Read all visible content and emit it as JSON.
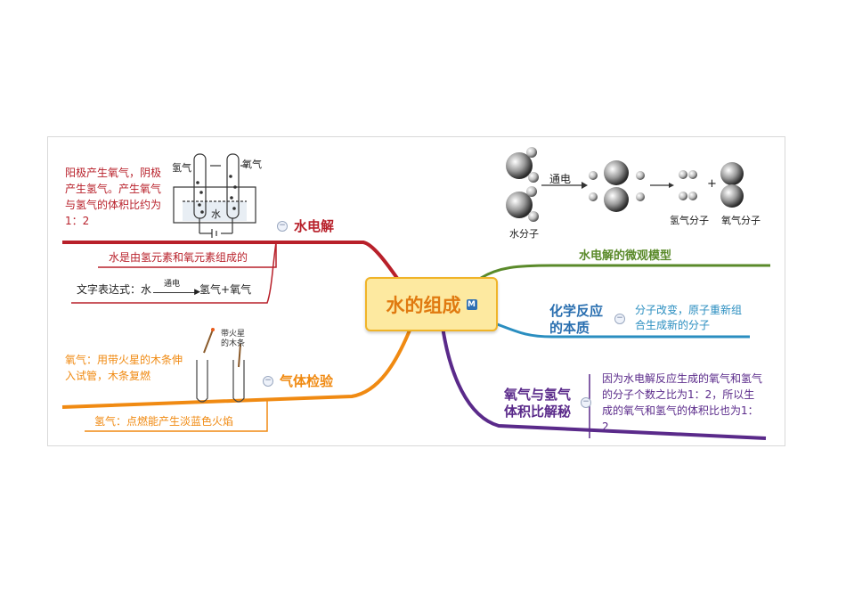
{
  "center": {
    "title": "水的组成",
    "badge": "M"
  },
  "branches": {
    "electrolysis": {
      "title": "水电解",
      "note": "阳极产生氧气，阴极产生氢气。产生氧气与氢气的体积比约为1：2",
      "composition": "水是由氢元素和氧元素组成的",
      "expression": {
        "prefix": "文字表达式：水",
        "condition": "通电",
        "products": "氢气+氧气"
      },
      "diagram_labels": {
        "left_tube": "氢气",
        "right_tube": "氧气",
        "water": "水"
      }
    },
    "gas_test": {
      "title": "气体检验",
      "oxygen": "氧气：用带火星的木条伸入试管，木条复燃",
      "hydrogen": "氢气：点燃能产生淡蓝色火焰",
      "stick_label": "带火星的木条"
    },
    "micro_model": {
      "title": "水电解的微观模型",
      "water_molecule": "水分子",
      "condition": "通电",
      "plus": "+",
      "hydrogen_molecule": "氢气分子",
      "oxygen_molecule": "氧气分子"
    },
    "chemical_essence": {
      "title": "化学反应的本质",
      "note": "分子改变，原子重新组合生成新的分子"
    },
    "volume_ratio": {
      "title": "氧气与氢气体积比解秘",
      "note": "因为水电解反应生成的氧气和氢气的分子个数之比为1：2，所以生成的氧气和氢气的体积比也为1：2"
    }
  },
  "colors": {
    "red": "#b8202a",
    "orange": "#f08a12",
    "green": "#5a8a2a",
    "blue": "#2a8ec0",
    "purple": "#5a2a8a",
    "center_fill": "#fde9a0"
  }
}
